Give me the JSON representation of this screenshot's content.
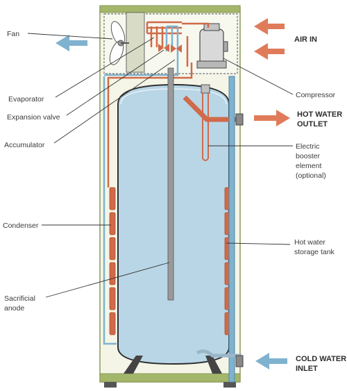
{
  "labels": {
    "fan": "Fan",
    "evaporator": "Evaporator",
    "expansion_valve": "Expansion valve",
    "accumulator": "Accumulator",
    "condenser": "Condenser",
    "sacrificial_anode": [
      "Sacrificial",
      "anode"
    ],
    "compressor": "Compressor",
    "electric_booster": [
      "Electric",
      "booster",
      "element",
      "(optional)"
    ],
    "hot_water_tank": [
      "Hot water",
      "storage tank"
    ],
    "air_in": "AIR IN",
    "hot_water_outlet": [
      "HOT WATER",
      "OUTLET"
    ],
    "cold_water_inlet": [
      "COLD WATER",
      "INLET"
    ]
  },
  "colors": {
    "cabinet_fill": "#f4f5e6",
    "cabinet_stroke": "#8a9a5b",
    "tank_fill": "#b9d6e6",
    "tank_stroke": "#2f2f2f",
    "copper": "#d06a4a",
    "copper_dark": "#b0512f",
    "blue_pipe": "#7fb2cf",
    "arrow_orange": "#e07b5a",
    "arrow_blue": "#7fb2cf",
    "line": "#333333"
  }
}
